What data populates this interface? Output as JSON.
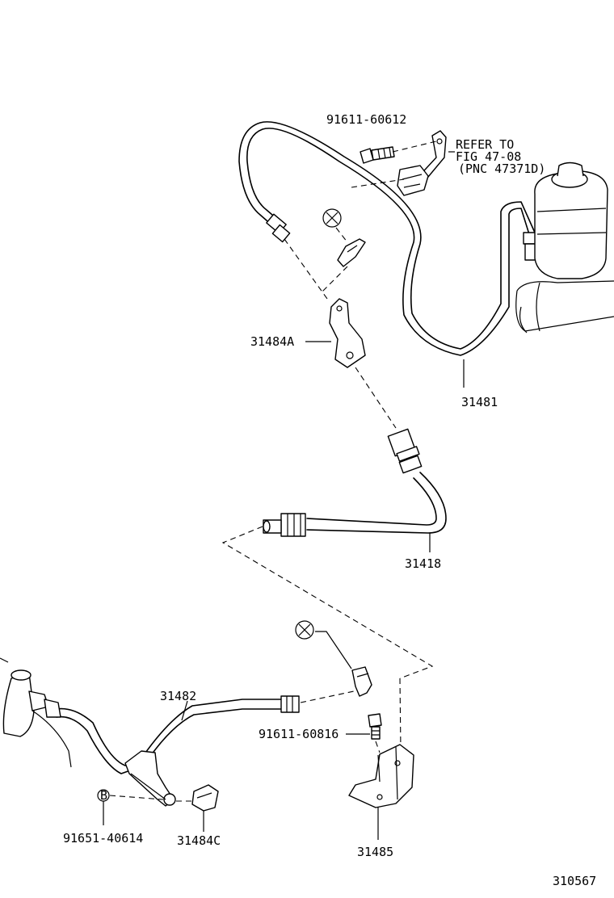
{
  "labels": {
    "bolt_top": "91611-60612",
    "refer_line1": "REFER TO",
    "refer_line2": "FIG 47-08",
    "refer_line3": "(PNC 47371D)",
    "bracket_a": "31484A",
    "pipe_upper": "31481",
    "hose": "31418",
    "pipe_lower": "31482",
    "bolt_lower": "91611-60816",
    "bolt_b": "91651-40614",
    "clip_c": "31484C",
    "bracket_lower": "31485",
    "figure_number": "310567"
  },
  "symbols": {
    "x_mark": "x-mark-symbol",
    "b_mark": "B"
  },
  "colors": {
    "line": "#000000",
    "background": "#ffffff"
  }
}
